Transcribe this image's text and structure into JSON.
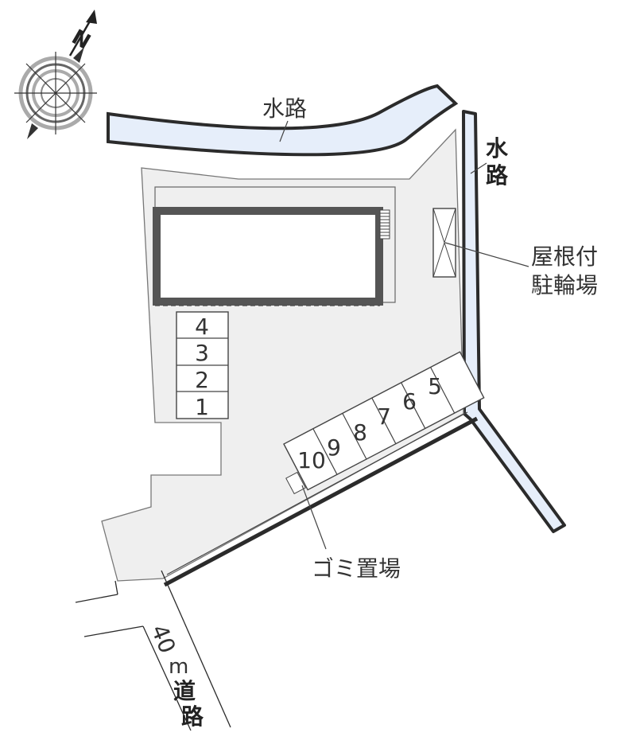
{
  "labels": {
    "canal_top": "水路",
    "canal_right_1": "水",
    "canal_right_2": "路",
    "bicycle_1": "屋根付",
    "bicycle_2": "駐輪場",
    "garbage": "ゴミ置場",
    "road_40": "40",
    "road_m": "m",
    "road_michi": "道",
    "road_ro": "路",
    "north": "N"
  },
  "parking_left": [
    "4",
    "3",
    "2",
    "1"
  ],
  "parking_right": [
    "5",
    "6",
    "7",
    "8",
    "9",
    "10"
  ],
  "icons": {
    "compass": "compass-rose-icon",
    "north_arrow": "north-arrow-icon"
  },
  "colors": {
    "water": "#e6eefa",
    "lot": "#efefef",
    "line": "#2b2b2b",
    "building": "#555555",
    "text": "#333333"
  }
}
